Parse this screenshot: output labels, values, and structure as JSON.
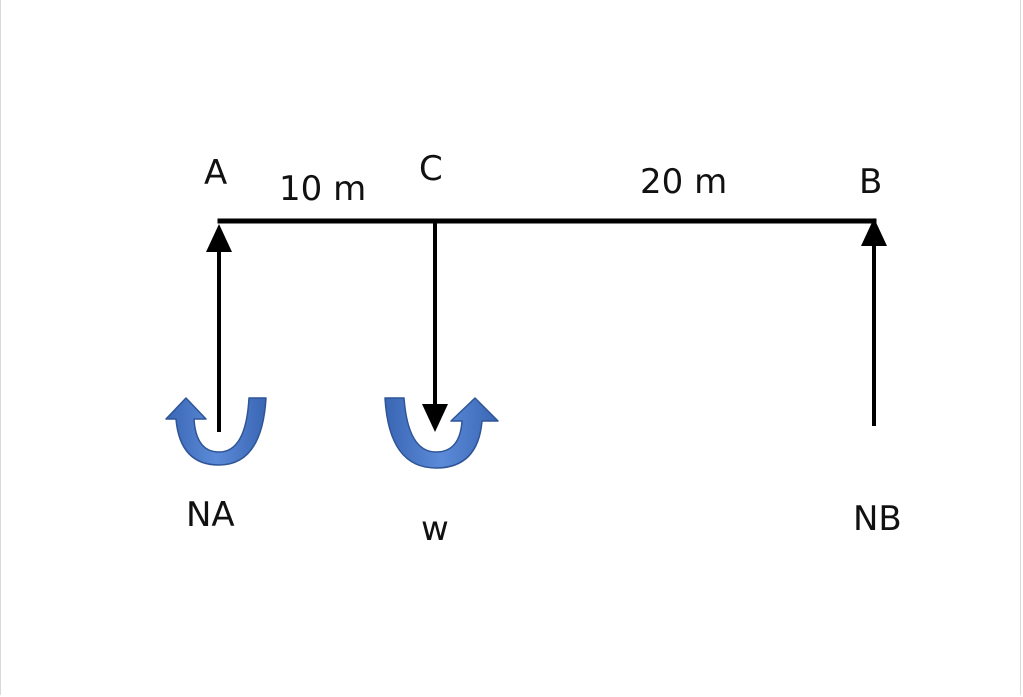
{
  "points": {
    "a": "A",
    "c": "C",
    "b": "B"
  },
  "distances": {
    "ac": "10 m",
    "cb": "20 m"
  },
  "forces": {
    "na": "NA",
    "w": "w",
    "nb": "NB"
  },
  "colors": {
    "beam": "#000000",
    "arrow": "#000000",
    "moment_arrow": "#4472C4",
    "moment_arrow_edge": "#2F5597"
  },
  "icons": {
    "moment_at_a": "curved-arrow-counterclockwise-icon",
    "moment_at_c": "curved-arrow-clockwise-icon"
  }
}
